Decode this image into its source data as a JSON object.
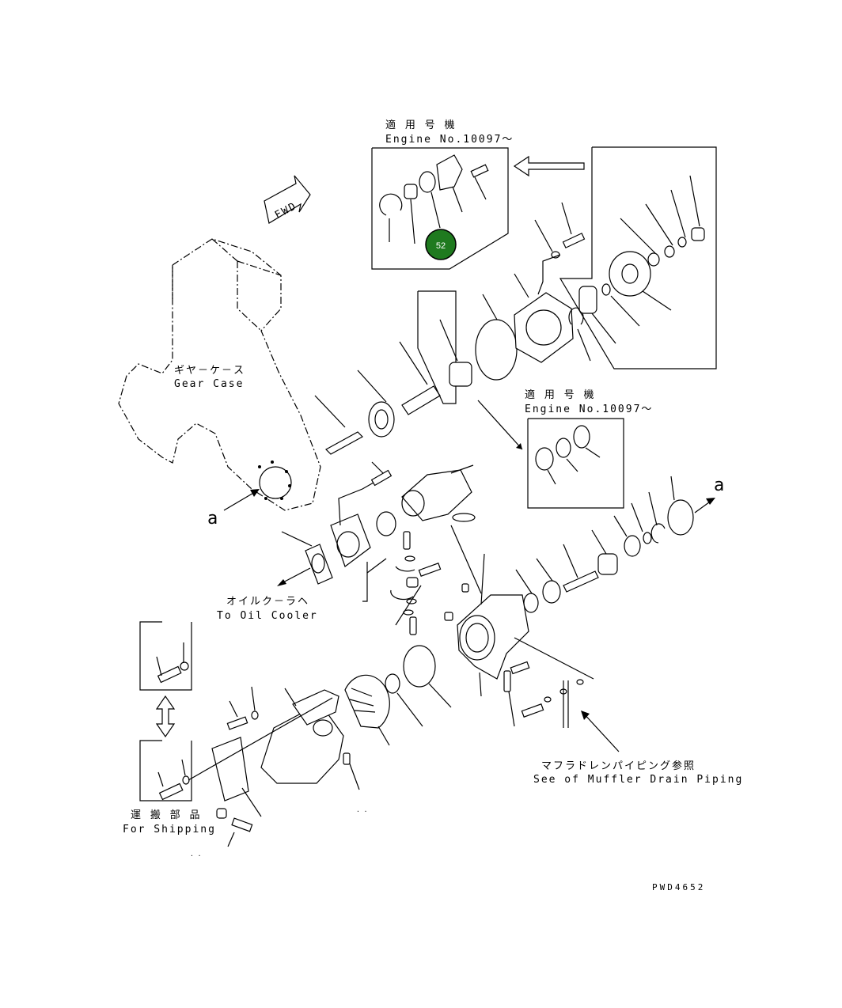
{
  "labels": {
    "inset_top_jp": "適 用 号 機",
    "inset_top_en": "Engine No.10097～",
    "inset_mid_jp": "適 用 号 機",
    "inset_mid_en": "Engine No.10097～",
    "fwd": "FWD",
    "gear_case_jp": "ギヤ－ケ－ス",
    "gear_case_en": "Gear Case",
    "ref_a_left": "a",
    "ref_a_right": "a",
    "oil_cooler_jp": "オイルク－ラヘ",
    "oil_cooler_en": "To Oil Cooler",
    "shipping_jp": "運 搬 部 品",
    "shipping_en": "For Shipping",
    "muffler_jp": "マフラドレンパイピング参照",
    "muffler_en": "See of Muffler Drain Piping",
    "drawing_no": "PWD4652"
  },
  "callout": {
    "number": "52",
    "color": "#1f7a1f"
  },
  "line_color": "#000000"
}
